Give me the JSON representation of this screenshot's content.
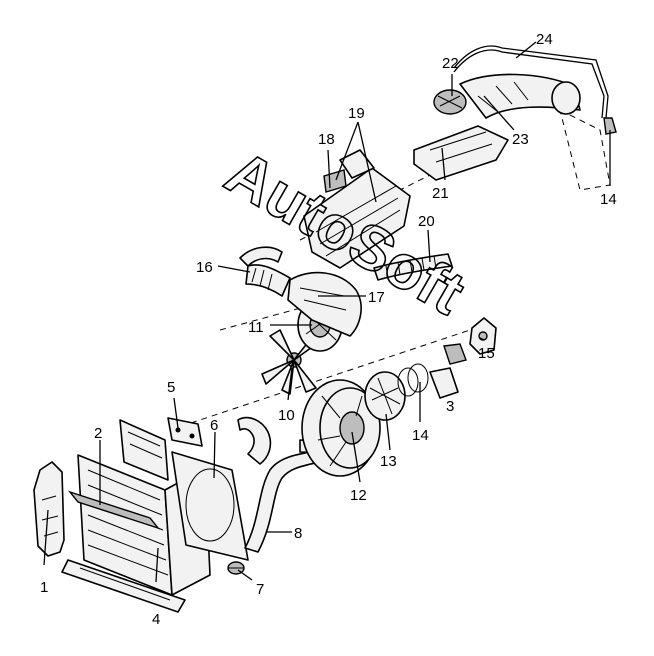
{
  "watermark": "AutoSoft",
  "callouts": [
    {
      "id": "c1",
      "label": "1"
    },
    {
      "id": "c2",
      "label": "2"
    },
    {
      "id": "c3",
      "label": "3"
    },
    {
      "id": "c4",
      "label": "4"
    },
    {
      "id": "c5",
      "label": "5"
    },
    {
      "id": "c6",
      "label": "6"
    },
    {
      "id": "c7",
      "label": "7"
    },
    {
      "id": "c8",
      "label": "8"
    },
    {
      "id": "c10",
      "label": "10"
    },
    {
      "id": "c11",
      "label": "11"
    },
    {
      "id": "c12",
      "label": "12"
    },
    {
      "id": "c13",
      "label": "13"
    },
    {
      "id": "c14a",
      "label": "14"
    },
    {
      "id": "c14b",
      "label": "14"
    },
    {
      "id": "c15",
      "label": "15"
    },
    {
      "id": "c16",
      "label": "16"
    },
    {
      "id": "c17",
      "label": "17"
    },
    {
      "id": "c18",
      "label": "18"
    },
    {
      "id": "c19",
      "label": "19"
    },
    {
      "id": "c20",
      "label": "20"
    },
    {
      "id": "c21",
      "label": "21"
    },
    {
      "id": "c22",
      "label": "22"
    },
    {
      "id": "c23",
      "label": "23"
    },
    {
      "id": "c24",
      "label": "24"
    }
  ]
}
